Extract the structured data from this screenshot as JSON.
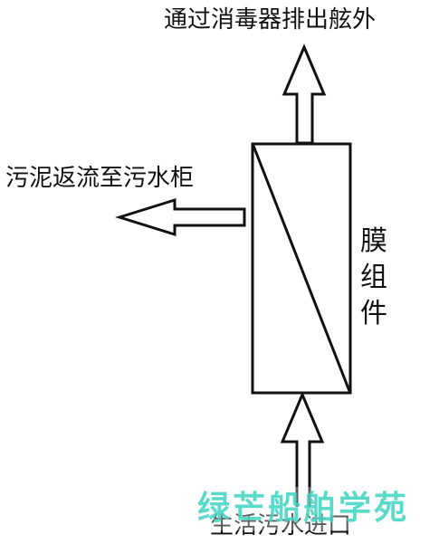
{
  "diagram": {
    "labels": {
      "top_outlet": "通过消毒器排出舷外",
      "sludge_return": "污泥返流至污水柜",
      "membrane_module": "膜组件",
      "domestic_sewage_inlet": "生活污水进口"
    },
    "watermark_text": "绿芒船舶学苑",
    "colors": {
      "line": "#111111",
      "watermark": "#49d6c4"
    }
  }
}
